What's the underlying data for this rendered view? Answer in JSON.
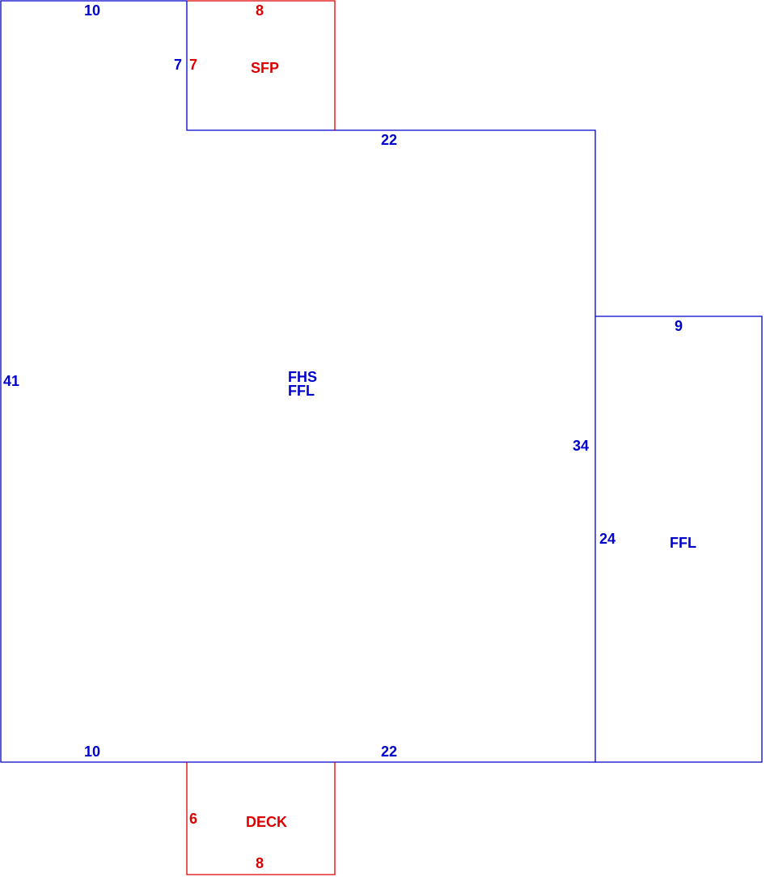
{
  "colors": {
    "main_line": "#0000cc",
    "attachment_line": "#dd0000"
  },
  "areas": {
    "main": {
      "label_line1": "FHS",
      "label_line2": "FFL"
    },
    "right_wing": {
      "label": "FFL"
    },
    "sfp": {
      "label": "SFP"
    },
    "deck": {
      "label": "DECK"
    }
  },
  "dimensions": {
    "main_top_left": "10",
    "main_left": "41",
    "main_step_height": "7",
    "main_mid_top": "22",
    "main_right": "34",
    "main_bottom_left": "10",
    "main_bottom_right": "22",
    "wing_top": "9",
    "wing_left": "24",
    "sfp_top": "8",
    "sfp_left": "7",
    "deck_left": "6",
    "deck_bottom": "8"
  }
}
